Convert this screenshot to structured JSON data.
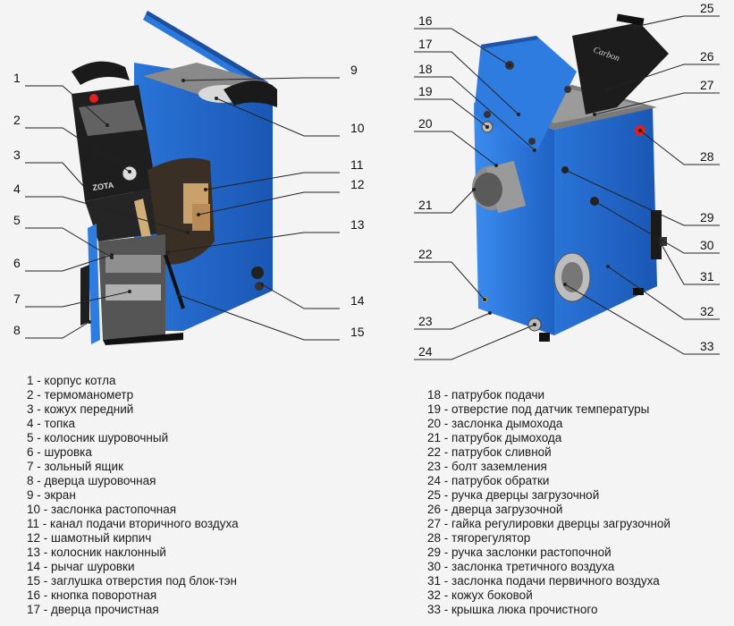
{
  "callouts_left": [
    "1",
    "2",
    "3",
    "4",
    "5",
    "6",
    "7",
    "8",
    "9",
    "10",
    "11",
    "12",
    "13",
    "14",
    "15"
  ],
  "callouts_right": [
    "16",
    "17",
    "18",
    "19",
    "20",
    "21",
    "22",
    "23",
    "24",
    "25",
    "26",
    "27",
    "28",
    "29",
    "30",
    "31",
    "32",
    "33"
  ],
  "legend_left": [
    "1 - корпус котла",
    "2 - термоманометр",
    "3 - кожух передний",
    "4 - топка",
    "5 - колосник шуровочный",
    "6 - шуровка",
    "7 - зольный ящик",
    "8 - дверца шуровочная",
    "9 - экран",
    "10 - заслонка растопочная",
    "11 - канал подачи вторичного воздуха",
    "12 - шамотный кирпич",
    "13 - колосник наклонный",
    "14 - рычаг шуровки",
    "15 - заглушка отверстия под блок-тэн",
    "16 - кнопка поворотная",
    "17 - дверца прочистная"
  ],
  "legend_right": [
    "18 - патрубок подачи",
    "19 - отверстие под датчик температуры",
    "20 - заслонка дымохода",
    "21 - патрубок дымохода",
    "22 - патрубок сливной",
    "23 - болт заземления",
    "24 - патрубок обратки",
    "25 - ручка дверцы загрузочной",
    "26 - дверца загрузочной",
    "27 - гайка регулировки дверцы загрузочной",
    "28 - тягорегулятор",
    "29 - ручка заслонки растопочной",
    "30 - заслонка третичного воздуха",
    "31 - заслонка подачи первичного воздуха",
    "32 - кожух боковой",
    "33 - крышка люка прочистного"
  ],
  "brand_left": "ZOTA",
  "brand_right": "Carbon",
  "colors": {
    "body_blue": "#2f7ce0",
    "panel_black": "#1e1e1e",
    "background": "#f4f4f4"
  }
}
